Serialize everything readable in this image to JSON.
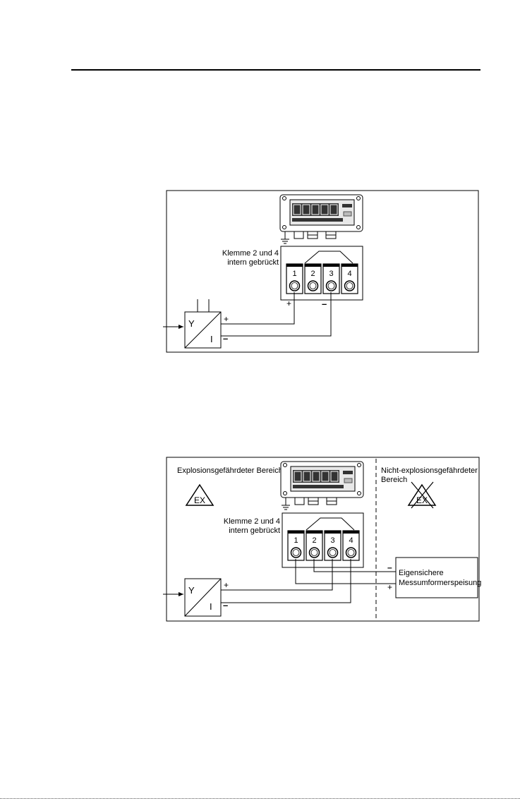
{
  "figure1": {
    "bridge_label_line1": "Klemme 2 und 4",
    "bridge_label_line2": "intern gebrückt",
    "terminals": [
      "1",
      "2",
      "3",
      "4"
    ],
    "transmitter_in": "Y",
    "transmitter_out": "I",
    "plus": "+",
    "minus": "–"
  },
  "figure2": {
    "hazard_zone_label": "Explosionsgefährdeter Bereich",
    "safe_zone_line1": "Nicht-explosionsgefährdeter",
    "safe_zone_line2": "Bereich",
    "ex_symbol": "EX",
    "bridge_label_line1": "Klemme 2 und 4",
    "bridge_label_line2": "intern gebrückt",
    "terminals": [
      "1",
      "2",
      "3",
      "4"
    ],
    "transmitter_in": "Y",
    "transmitter_out": "I",
    "supply_line1": "Eigensichere",
    "supply_line2": "Messumformerspeisung",
    "plus": "+",
    "minus": "–"
  }
}
